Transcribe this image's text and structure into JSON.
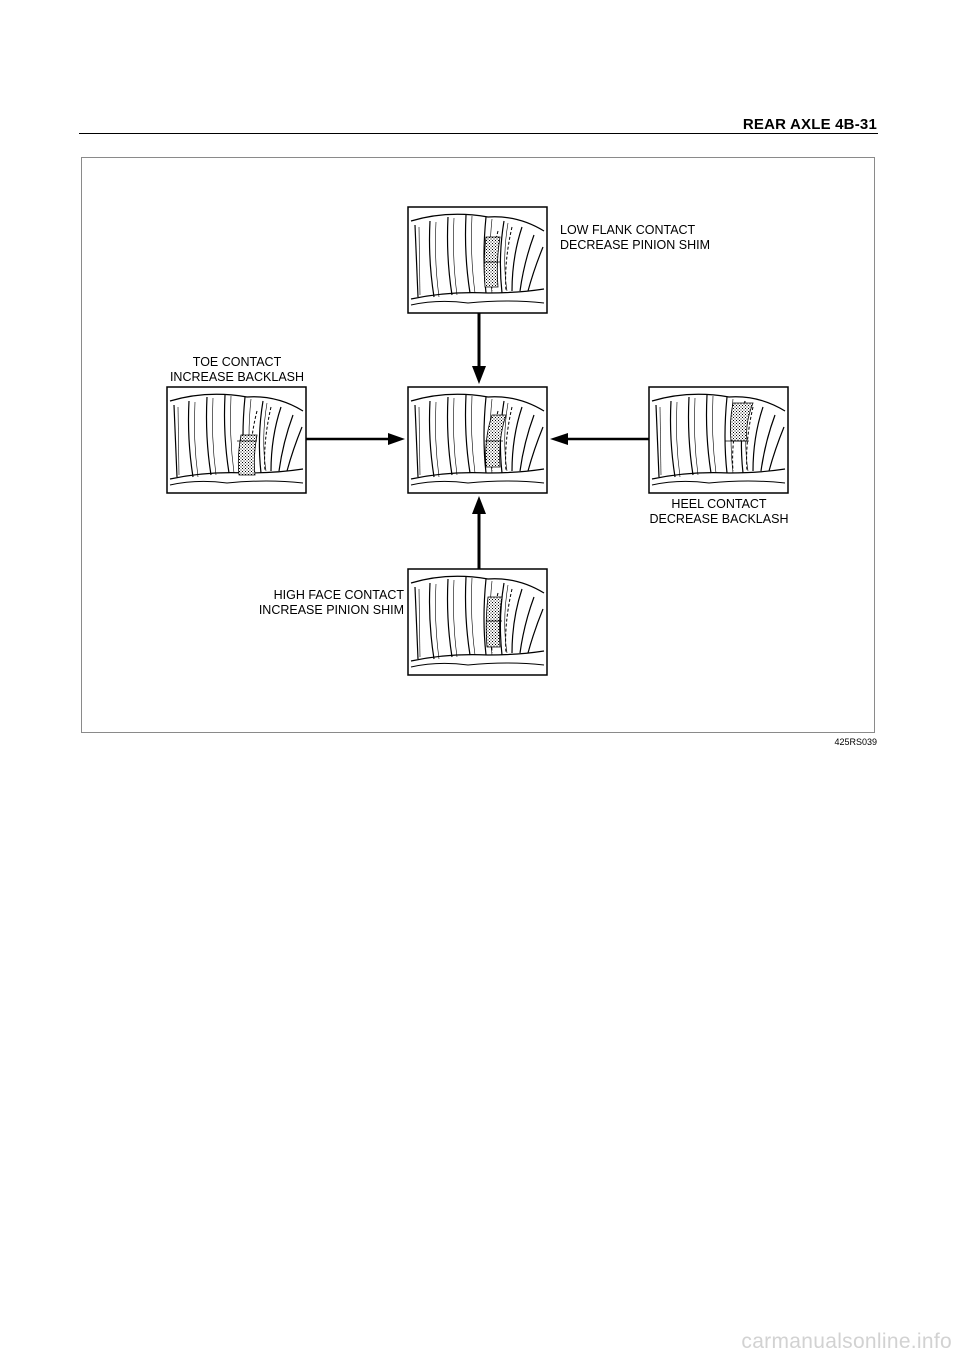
{
  "header": {
    "title": "REAR AXLE  4B-31"
  },
  "figure": {
    "labels": {
      "low_flank": {
        "line1": "LOW FLANK CONTACT",
        "line2": "DECREASE PINION SHIM"
      },
      "toe": {
        "line1": "TOE CONTACT",
        "line2": "INCREASE BACKLASH"
      },
      "heel": {
        "line1": "HEEL CONTACT",
        "line2": "DECREASE BACKLASH"
      },
      "high_face": {
        "line1": "HIGH FACE CONTACT",
        "line2": "INCREASE PINION SHIM"
      }
    },
    "id": "425RS039"
  },
  "watermark": "carmanualsonline.info"
}
